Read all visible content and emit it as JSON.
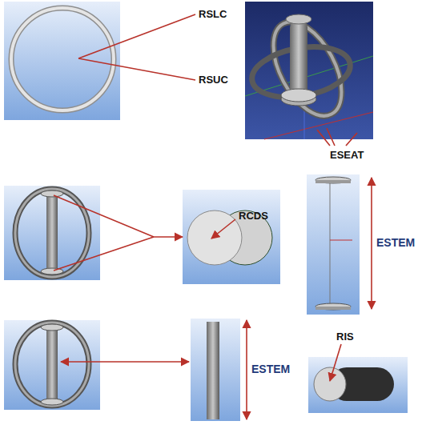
{
  "diagram": {
    "labels": [
      "RSLC",
      "RSUC",
      "ESEAT",
      "RCDS",
      "ESTEM",
      "ESTEM",
      "RIS"
    ]
  }
}
